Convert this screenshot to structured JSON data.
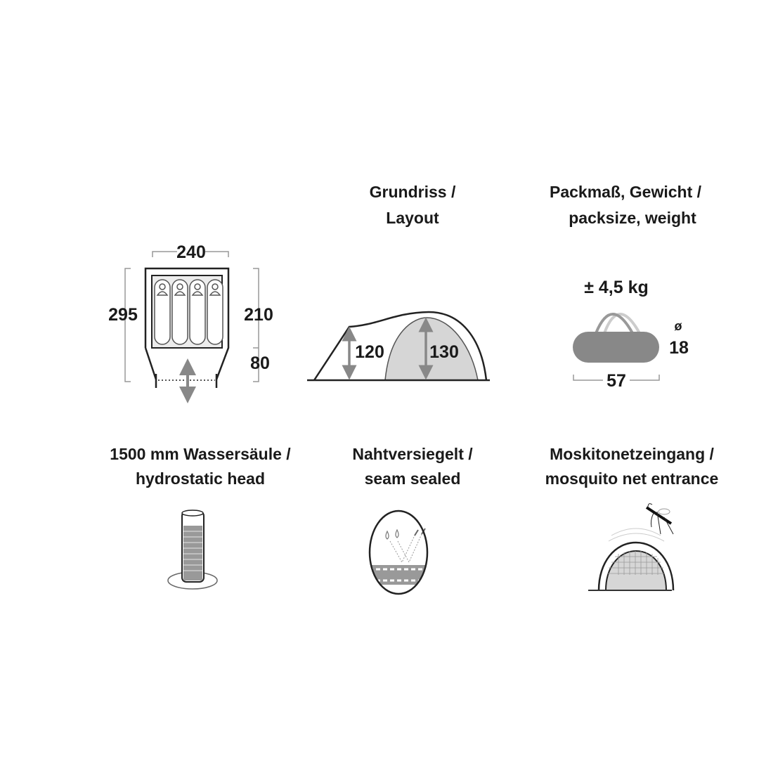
{
  "sections": {
    "layout": {
      "title_line1": "Grundriss /",
      "title_line2": "Layout"
    },
    "pack": {
      "title_line1": "Packmaß, Gewicht /",
      "title_line2": "packsize, weight",
      "weight": "± 4,5 kg",
      "diameter_symbol": "ø",
      "diameter": "18",
      "length": "57"
    },
    "floorplan": {
      "width": "240",
      "total_length": "295",
      "inner_length": "210",
      "vestibule_length": "80"
    },
    "side_view": {
      "vestibule_height": "120",
      "inner_height": "130"
    },
    "hydrostatic": {
      "title_line1": "1500 mm Wassersäule /",
      "title_line2": "hydrostatic head"
    },
    "seam": {
      "title_line1": "Nahtversiegelt /",
      "title_line2": "seam sealed"
    },
    "mosquito": {
      "title_line1": "Moskitonetzeingang /",
      "title_line2": "mosquito net entrance"
    }
  },
  "colors": {
    "ink": "#1a1a1a",
    "grey": "#888888",
    "light_grey": "#d6d6d6"
  }
}
